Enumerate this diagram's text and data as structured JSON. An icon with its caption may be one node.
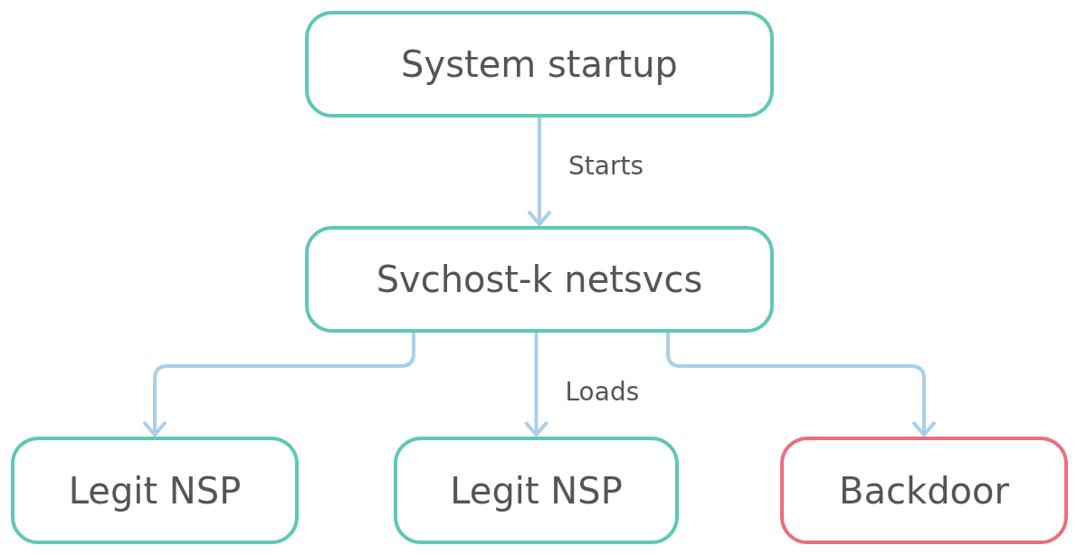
{
  "diagram": {
    "nodes": [
      {
        "text": [
          "System startup"
        ]
      },
      {
        "text": [
          "Svchost-k netsvcs"
        ]
      },
      {
        "text": [
          "Legit NSP"
        ]
      },
      {
        "text": [
          "Legit NSP"
        ]
      },
      {
        "text": [
          "Backdoor"
        ]
      }
    ],
    "edges": [
      {
        "from": 0,
        "to": 1,
        "arrow": "to",
        "label": "Starts"
      },
      {
        "from": 1,
        "to": 2,
        "arrow": "to"
      },
      {
        "from": 1,
        "to": 3,
        "arrow": "to",
        "label": "Loads"
      },
      {
        "from": 1,
        "to": 4,
        "arrow": "to"
      }
    ]
  }
}
